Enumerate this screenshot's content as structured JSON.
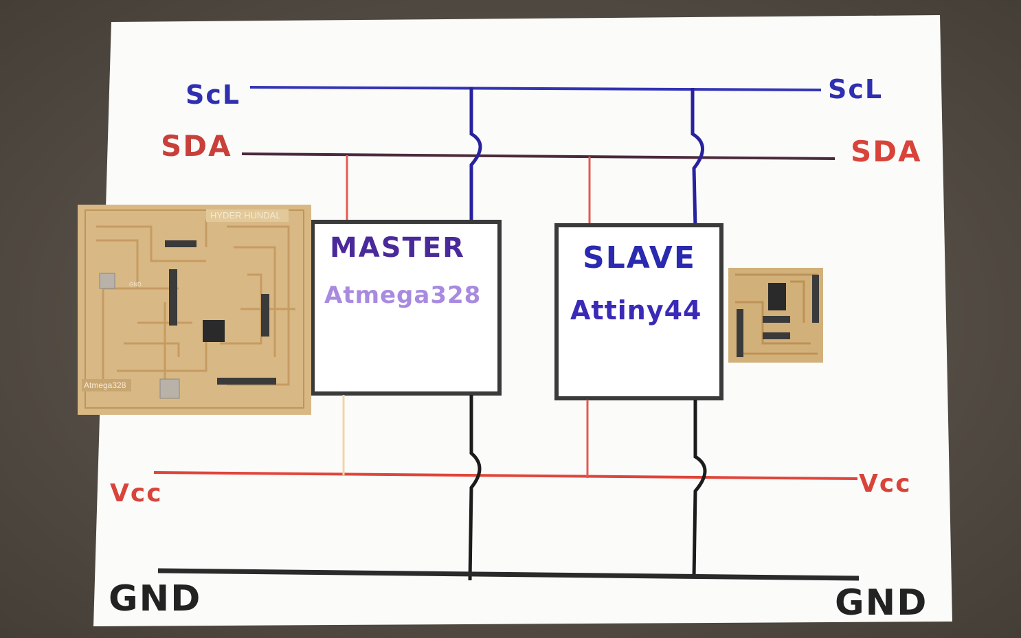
{
  "bus_labels": {
    "scl_left": "ScL",
    "scl_right": "ScL",
    "sda_left": "SDA",
    "sda_right": "SDA",
    "vcc_left": "Vcc",
    "vcc_right": "Vcc",
    "gnd_left": "GND",
    "gnd_right": "GND"
  },
  "master": {
    "title": "MASTER",
    "chip": "Atmega328"
  },
  "slave": {
    "title": "SLAVE",
    "chip": "Attiny44"
  },
  "master_board": {
    "name_label": "HYDER HUNDAL",
    "chip_label": "Atmega328",
    "gnd_label": "GND"
  },
  "colors": {
    "paper": "#fbfbfa",
    "scl_blue": "#2b2ab0",
    "sda_red": "#e0443a",
    "sda_line": "#4a2a3a",
    "vcc_red": "#e0443a",
    "gnd_black": "#1c1c1c",
    "copper": "#d8b884",
    "copper_trace": "#caa06a"
  }
}
